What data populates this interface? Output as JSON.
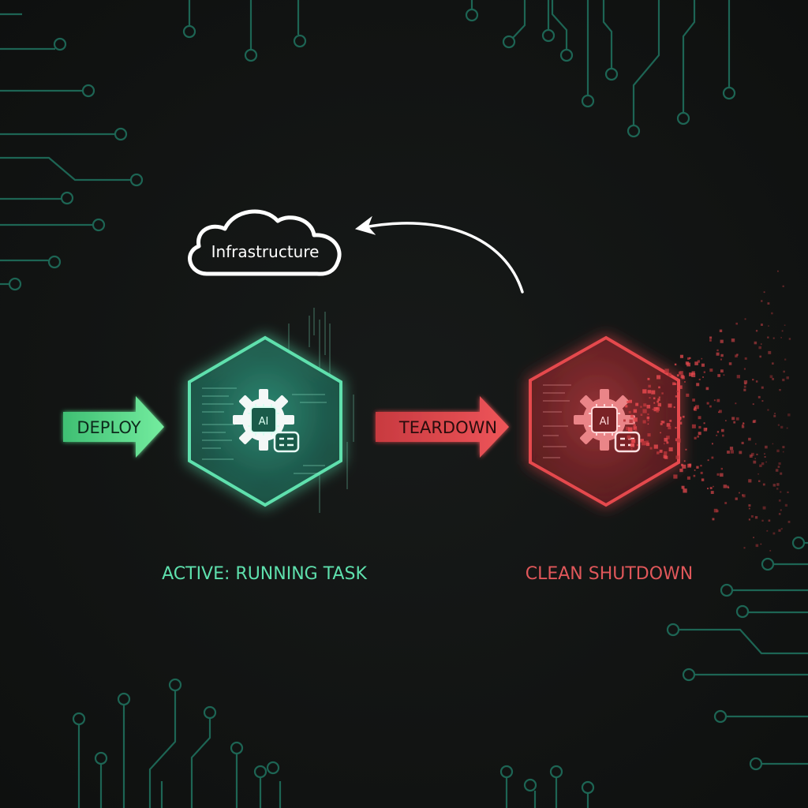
{
  "diagram": {
    "cloud_label": "Infrastructure",
    "deploy_label": "DEPLOY",
    "teardown_label": "TEARDOWN",
    "active_caption": "ACTIVE: RUNNING TASK",
    "shutdown_caption": "CLEAN SHUTDOWN",
    "chip_text": "AI"
  },
  "colors": {
    "background": "#121413",
    "circuit": "#1f6e5c",
    "active_green": "#5ee0ad",
    "deploy_green": "#63e08f",
    "teardown_red": "#e5484d",
    "shutdown_red": "#e0575a",
    "cloud_outline": "#ffffff",
    "arrow_white": "#ffffff"
  },
  "icons": [
    "cloud-icon",
    "gear-icon",
    "cpu-chip-icon",
    "server-rack-icon"
  ]
}
